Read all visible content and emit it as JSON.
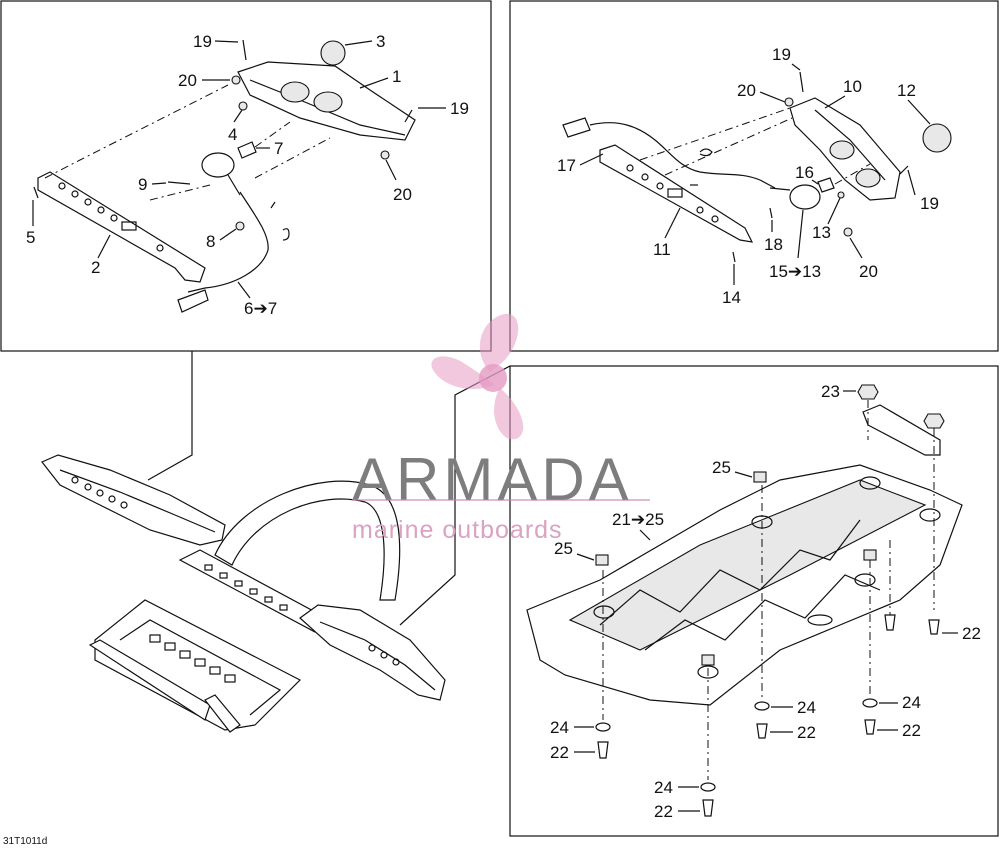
{
  "figure_ref": "31T1011d",
  "watermark": {
    "title": "ARMADA",
    "subtitle": "marine outboards",
    "logo_color": "#e59ac2",
    "title_color": "#7d7d7d"
  },
  "callouts": {
    "tl": {
      "p19a": "19",
      "p3": "3",
      "p20a": "20",
      "p1": "1",
      "p19b": "19",
      "p4": "4",
      "p7": "7",
      "p20b": "20",
      "p9": "9",
      "p5": "5",
      "p8": "8",
      "p2": "2",
      "p6to7": "6➔7"
    },
    "tr": {
      "p19a": "19",
      "p20a": "20",
      "p10": "10",
      "p12": "12",
      "p17": "17",
      "p16": "16",
      "p19b": "19",
      "p11": "11",
      "p18": "18",
      "p13": "13",
      "p14": "14",
      "p15to13": "15➔13",
      "p20b": "20"
    },
    "br": {
      "p23": "23",
      "p25a": "25",
      "p21to25": "21➔25",
      "p25b": "25",
      "p22a": "22",
      "p24a": "24",
      "p24b": "24",
      "p24c": "24",
      "p22b": "22",
      "p22c": "22",
      "p22d": "22",
      "p24d": "24",
      "p22e": "22"
    }
  }
}
